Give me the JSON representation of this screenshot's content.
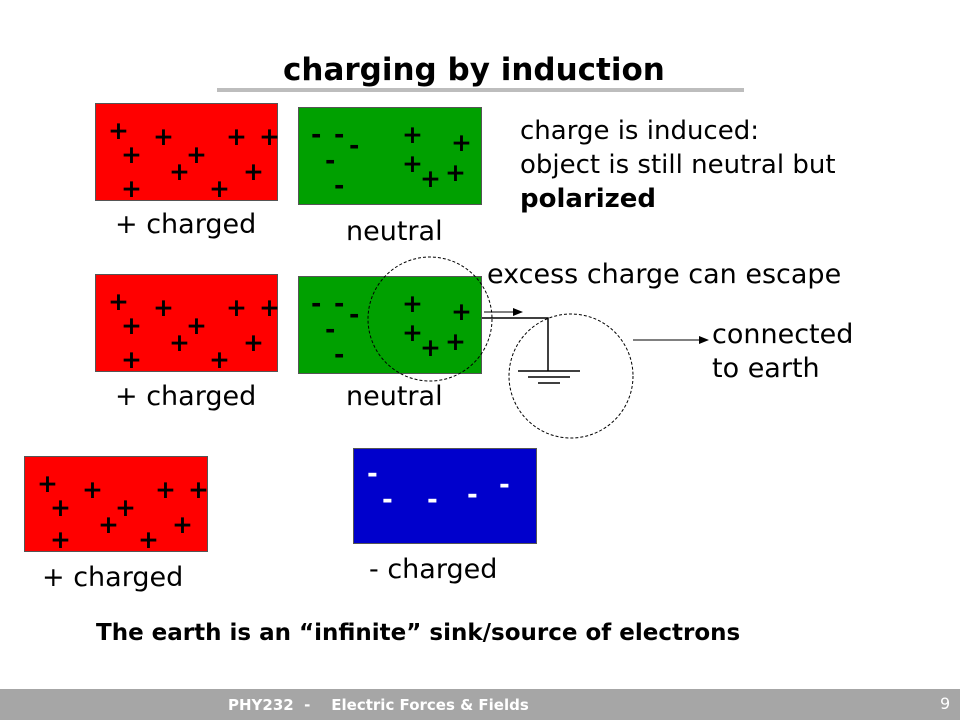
{
  "title": "charging by induction",
  "symbols": {
    "plus": "+",
    "minus": "-"
  },
  "labels": {
    "pos_charged": "+ charged",
    "neutral": "neutral",
    "neg_charged": "- charged"
  },
  "notes": {
    "induced_line1": "charge is induced:",
    "induced_line2": "object is still neutral but",
    "induced_bold": "polarized",
    "escape": "excess charge can escape",
    "earth_line1": "connected",
    "earth_line2": "to earth"
  },
  "bottom_statement": "The earth is an “infinite” sink/source of electrons",
  "footer": {
    "course": "PHY232  -    Electric Forces & Fields",
    "page": "9"
  },
  "colors": {
    "positive_object": "#ff0000",
    "neutral_object": "#00a000",
    "negative_object": "#0000cc",
    "footer_bar": "#a6a6a6"
  }
}
